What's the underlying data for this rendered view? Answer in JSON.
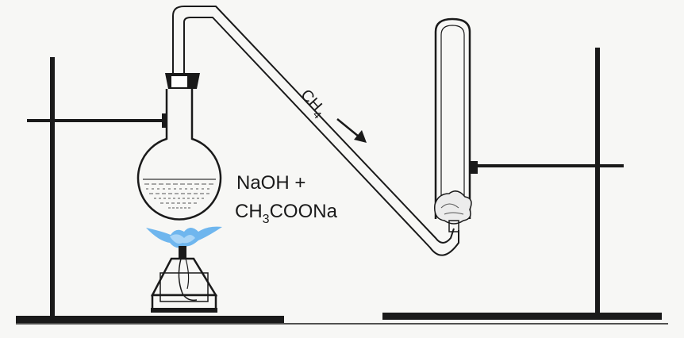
{
  "labels": {
    "gas_main": "CH",
    "gas_sub": "4",
    "reagent_line1": "NaOH +",
    "reagent_line2_a": "CH",
    "reagent_line2_sub": "3",
    "reagent_line2_b": "COONa"
  },
  "colors": {
    "ink": "#1a1a1a",
    "flame": "#6fb6ee",
    "background": "#f7f7f5",
    "liquid_hatch": "#555555"
  },
  "icons": {
    "burner": "spirit-lamp-icon",
    "flame": "flame-icon",
    "arrow": "arrow-down-right-icon"
  }
}
